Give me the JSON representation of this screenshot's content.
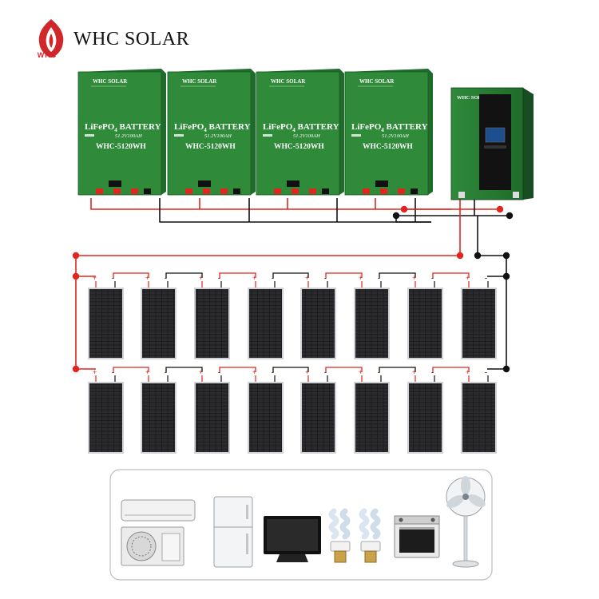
{
  "brand": {
    "name": "WHC SOLAR",
    "mark_text": "WHC",
    "colors": {
      "accent": "#d0282a",
      "battery_green": "#2f8a3a",
      "wire_red": "#e0261f",
      "wire_black": "#111111"
    }
  },
  "batteries": [
    {
      "brand": "WHC SOLAR",
      "chem": "LiFePO",
      "sub": "4",
      "type": "BATTERY",
      "spec": "51.2V100AH",
      "model": "WHC-5120WH"
    },
    {
      "brand": "WHC SOLAR",
      "chem": "LiFePO",
      "sub": "4",
      "type": "BATTERY",
      "spec": "51.2V100AH",
      "model": "WHC-5120WH"
    },
    {
      "brand": "WHC SOLAR",
      "chem": "LiFePO",
      "sub": "4",
      "type": "BATTERY",
      "spec": "51.2V100AH",
      "model": "WHC-5120WH"
    },
    {
      "brand": "WHC SOLAR",
      "chem": "LiFePO",
      "sub": "4",
      "type": "BATTERY",
      "spec": "51.2V100AH",
      "model": "WHC-5120WH"
    }
  ],
  "inverter": {
    "brand": "WHC SOLAR"
  },
  "panels": {
    "rows": 2,
    "per_row": 8,
    "plus": "+",
    "minus": "-"
  },
  "appliances": [
    {
      "name": "air-conditioner"
    },
    {
      "name": "refrigerator"
    },
    {
      "name": "television"
    },
    {
      "name": "cfl-bulb"
    },
    {
      "name": "cfl-bulb"
    },
    {
      "name": "oven"
    },
    {
      "name": "standing-fan"
    }
  ]
}
